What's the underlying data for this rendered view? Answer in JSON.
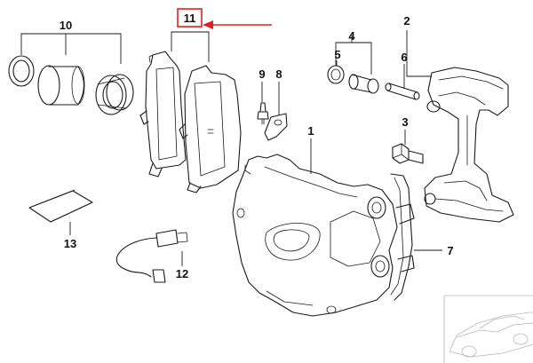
{
  "parts": {
    "p1": "1",
    "p2": "2",
    "p3": "3",
    "p4": "4",
    "p5": "5",
    "p6": "6",
    "p7": "7",
    "p8": "8",
    "p9": "9",
    "p10": "10",
    "p11": "11",
    "p12": "12",
    "p13": "13"
  },
  "highlight": {
    "part": "11",
    "box_color": "#e02020",
    "arrow_color": "#e02020"
  }
}
